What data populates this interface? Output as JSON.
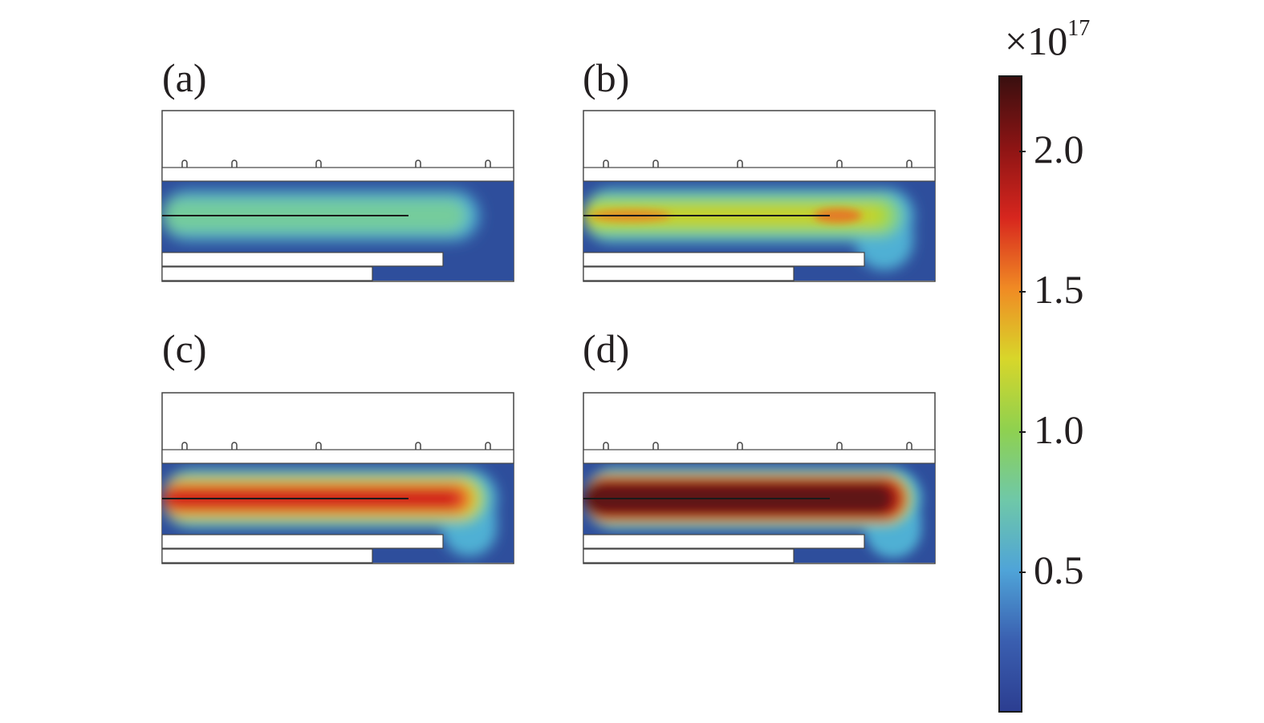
{
  "panels": [
    {
      "label": "(a)",
      "level": "low"
    },
    {
      "label": "(b)",
      "level": "medium"
    },
    {
      "label": "(c)",
      "level": "high"
    },
    {
      "label": "(d)",
      "level": "very-high"
    }
  ],
  "colorbar": {
    "multiplier_base": "×10",
    "multiplier_exp": "17",
    "ticks": [
      {
        "label": "2.0",
        "value": 2.0
      },
      {
        "label": "1.5",
        "value": 1.5
      },
      {
        "label": "1.0",
        "value": 1.0
      },
      {
        "label": "0.5",
        "value": 0.5
      }
    ],
    "min": 0.0,
    "max": 2.27,
    "colormap": [
      "#2c3e91",
      "#3a5fb0",
      "#4fa4d8",
      "#6fc8a8",
      "#8fd14f",
      "#d8d62a",
      "#f08a24",
      "#d7261e",
      "#8c1414",
      "#3a0f0f"
    ]
  }
}
